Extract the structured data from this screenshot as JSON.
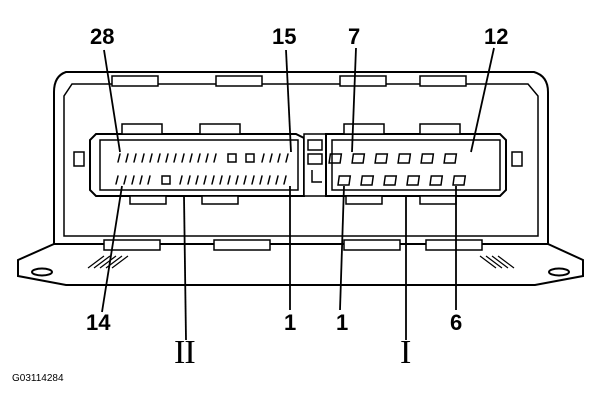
{
  "labels": {
    "top_left": "28",
    "top_mid": "15",
    "top_right_a": "7",
    "top_right_b": "12",
    "bottom_left": "14",
    "bottom_mid": "1",
    "bottom_mid2": "1",
    "bottom_right": "6"
  },
  "connectors": {
    "left_id": "II",
    "right_id": "I"
  },
  "figure_ref": "G03114284"
}
